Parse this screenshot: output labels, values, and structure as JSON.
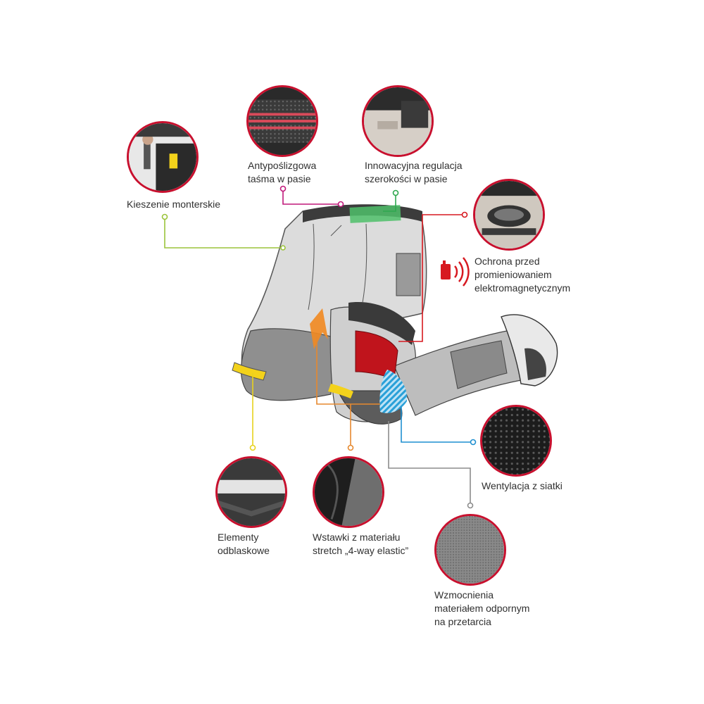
{
  "diagram": {
    "features": [
      {
        "id": "kieszenie",
        "label": "Kieszenie monterskie",
        "color": "#9bc43b"
      },
      {
        "id": "antyposlizgowa",
        "label": "Antypoślizgowa\ntaśma w pasie",
        "color": "#c0187a"
      },
      {
        "id": "regulacja",
        "label": "Innowacyjna regulacja\nszerokości w pasie",
        "color": "#2fa84f"
      },
      {
        "id": "ochrona",
        "label": "Ochrona przed\npromieniowaniem\nelektromagnetycznym",
        "color": "#d71920"
      },
      {
        "id": "wentylacja",
        "label": "Wentylacja z siatki",
        "color": "#1f8fd0"
      },
      {
        "id": "wzmocnienia",
        "label": "Wzmocnienia\nmateriałem odpornym\nna przetarcia",
        "color": "#8c8c8c"
      },
      {
        "id": "wstawki",
        "label": "Wstawki z materiału\nstretch „4-way elastic”",
        "color": "#e6892f"
      },
      {
        "id": "elementy",
        "label": "Elementy\nodblaskowe",
        "color": "#e8d21d"
      }
    ],
    "ring_color": "#c8102e"
  }
}
